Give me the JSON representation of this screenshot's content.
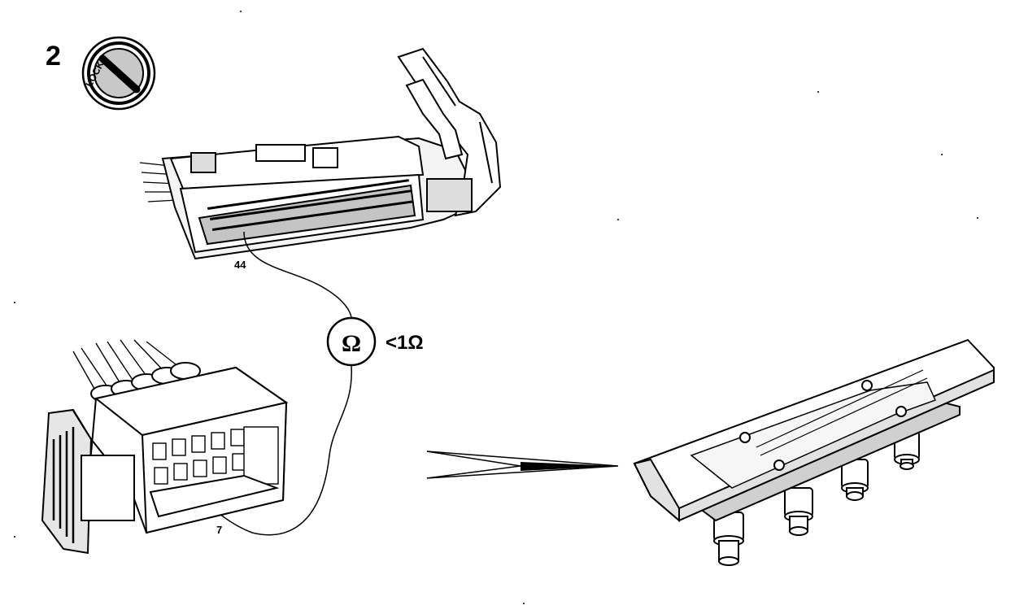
{
  "diagram": {
    "step_number": "2",
    "ignition_position": "LOCK",
    "ecu_pin": "44",
    "connector_pin": "7",
    "meter_symbol": "Ω",
    "resistance_spec": "<1Ω"
  },
  "colors": {
    "ink": "#000000",
    "paper": "#ffffff",
    "shade": "#bdbdbd"
  },
  "icons": [
    "ignition-key-icon",
    "ohmmeter-icon",
    "pointer-arrow-icon"
  ]
}
